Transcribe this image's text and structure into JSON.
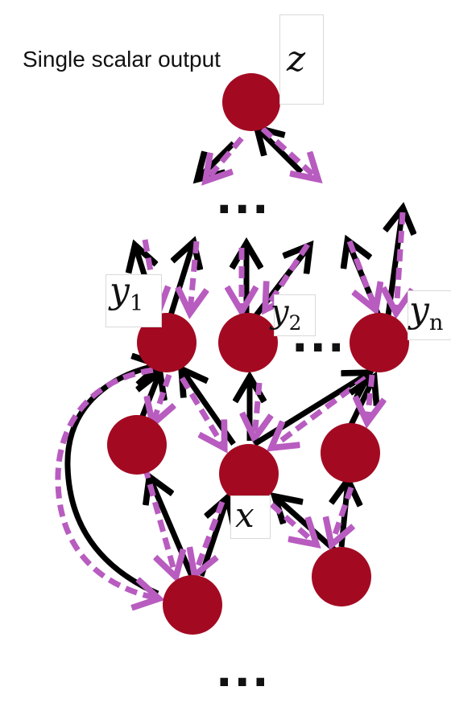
{
  "caption": "Single scalar output",
  "labels": {
    "z": "z",
    "y1": {
      "base": "y",
      "sub": "1"
    },
    "y2": {
      "base": "y",
      "sub": "2"
    },
    "yn": {
      "base": "y",
      "sub": "n"
    },
    "x": "x"
  },
  "ellipsis": "...",
  "colors": {
    "node": "#a30a22",
    "forward_arrow": "#000000",
    "backward_arrow": "#b85cc0"
  }
}
